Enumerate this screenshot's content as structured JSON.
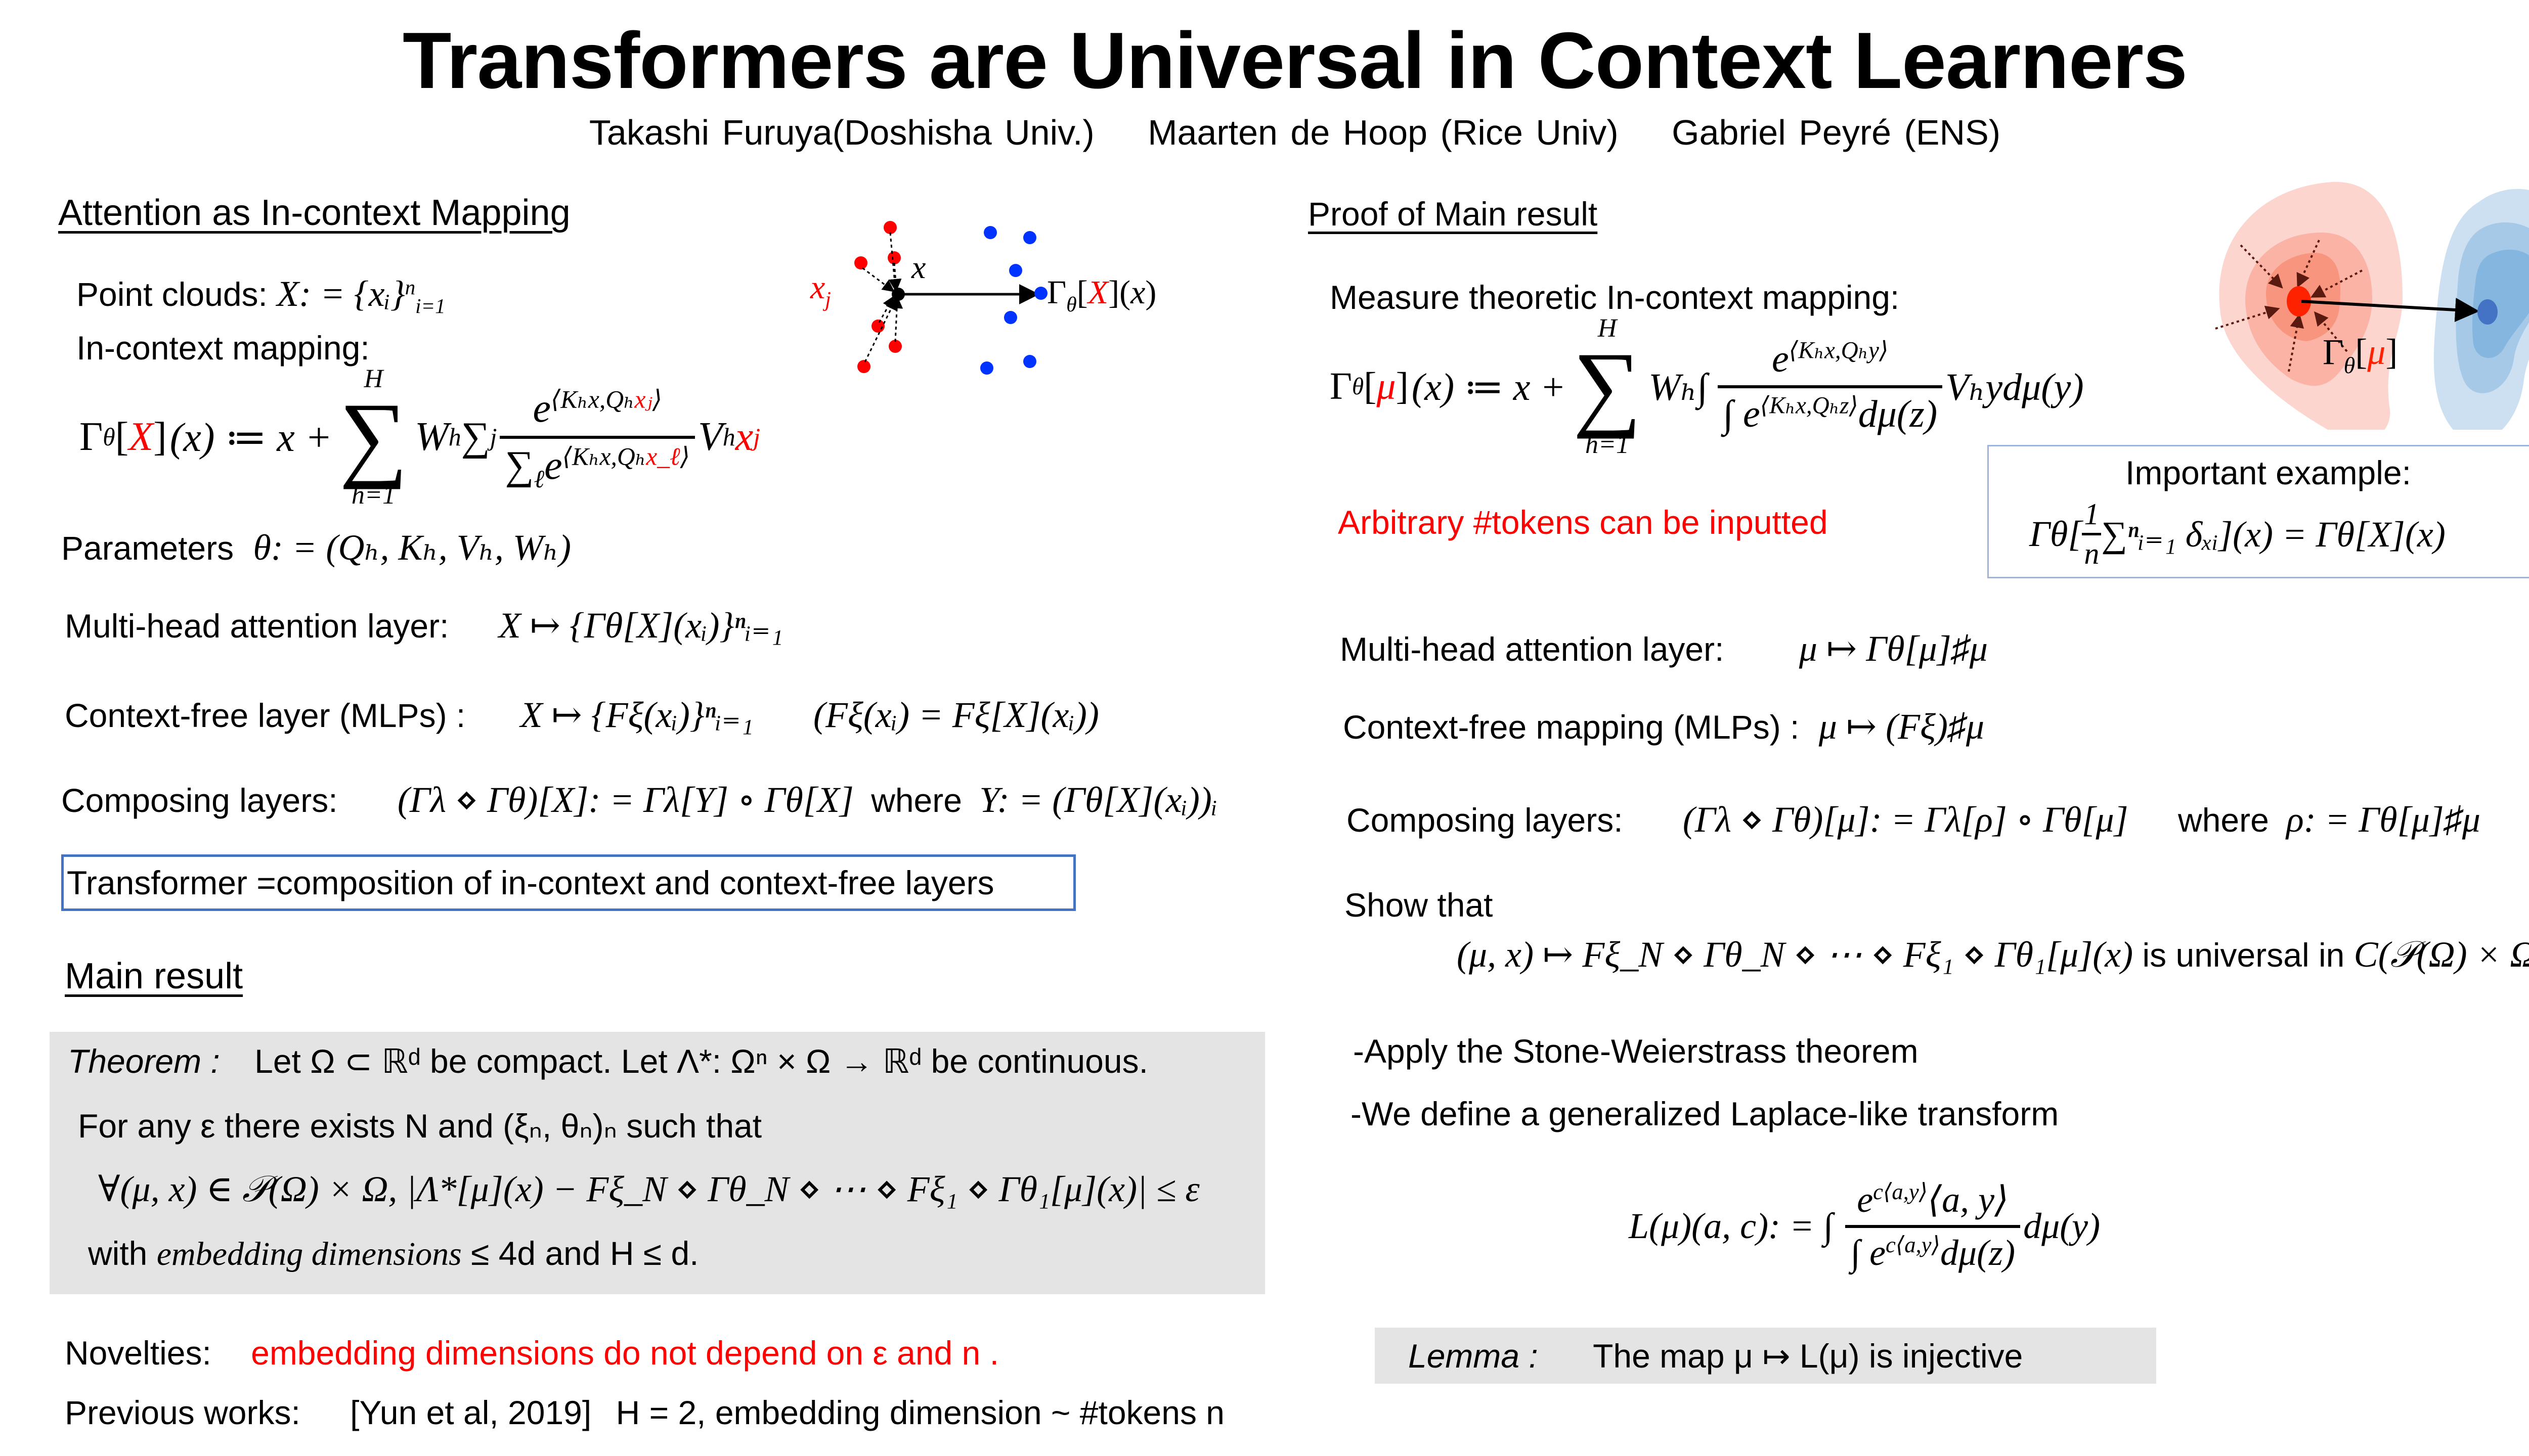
{
  "title": "Transformers are Universal in Context Learners",
  "authors": [
    "Takashi Furuya(Doshisha Univ.)",
    "Maarten de Hoop (Rice Univ)",
    "Gabriel Peyré (ENS)"
  ],
  "left": {
    "section1": {
      "heading": "Attention as In-context Mapping",
      "point_clouds_label": "Point clouds:",
      "point_clouds_math": "X: = {xᵢ}",
      "point_clouds_sup": "n",
      "point_clouds_sub": "i=1",
      "incontext_label": "In-context mapping:",
      "formula": {
        "lhs_gamma": "Γ",
        "lhs_theta": "θ",
        "lhs_X": "X",
        "lhs_rest": "(x) ≔ x +",
        "sum_upper": "H",
        "sum_lower": "h=1",
        "sum_op": "∑",
        "W": "W",
        "h": "h",
        "inner_sum": "∑",
        "inner_sub": "j",
        "num_e": "e",
        "num_exp": "⟨Kₕx,Qₕ",
        "num_exp_red": "xⱼ",
        "num_exp_close": "⟩",
        "den_sum": "∑",
        "den_sub": "ℓ",
        "den_e": "e",
        "den_exp": "⟨Kₕx,Qₕ",
        "den_exp_red": "x_ℓ",
        "den_exp_close": "⟩",
        "V": "V",
        "xj": "x",
        "xj_sub": "j"
      },
      "diagram": {
        "label_xj": "x",
        "label_xj_sub": "j",
        "label_x": "x",
        "label_out": "Γ",
        "label_out_sub": "θ",
        "label_out_X": "X",
        "red_color": "#ff0000",
        "blue_color": "#0033ff"
      },
      "parameters_label": "Parameters",
      "parameters_math": "θ: = (Qₕ, Kₕ, Vₕ, Wₕ)",
      "multihead_label": "Multi-head attention layer:",
      "multihead_math": "X ↦ {Γθ[X](xᵢ)}ⁿᵢ₌₁",
      "contextfree_label": "Context-free layer (MLPs) :",
      "contextfree_math": "X ↦ {Fξ(xᵢ)}ⁿᵢ₌₁",
      "contextfree_math2": "(Fξ(xᵢ) = Fξ[X](xᵢ))",
      "composing_label": "Composing layers:",
      "composing_math": "(Γλ ⋄ Γθ)[X]: = Γλ[Y] ∘ Γθ[X]",
      "composing_where": "where",
      "composing_math2": "Y: = (Γθ[X](xᵢ))ᵢ",
      "transformer_box": "Transformer =composition of in-context and context-free layers"
    },
    "section2": {
      "heading": "Main result",
      "theorem_label": "Theorem :",
      "theorem_line1": "Let Ω ⊂ ℝᵈ be compact. Let Λ*: Ωⁿ × Ω → ℝᵈ be continuous.",
      "theorem_line2": "For any ε there exists N and (ξₙ, θₙ)ₙ such that",
      "theorem_line3": "∀(μ, x) ∈ 𝒫(Ω) × Ω, |Λ*[μ](x) − Fξ_N ⋄ Γθ_N ⋄ ⋯ ⋄ Fξ₁ ⋄ Γθ₁[μ](x)| ≤ ε",
      "theorem_line4_pre": "with",
      "theorem_line4_em": "embedding dimensions",
      "theorem_line4_post": "≤ 4d and H ≤ d.",
      "novelties_label": "Novelties:",
      "novelties_text": "embedding dimensions do not depend on ε and n .",
      "previous_label": "Previous works:",
      "previous_ref": "[Yun et al, 2019]",
      "previous_text": "H = 2, embedding dimension ~ #tokens n"
    }
  },
  "right": {
    "heading": "Proof of Main result",
    "measure_label": "Measure theoretic In-context mapping:",
    "formula": {
      "lhs_gamma": "Γ",
      "lhs_theta": "θ",
      "lhs_mu": "μ",
      "lhs_rest": "(x) ≔ x +",
      "sum_upper": "H",
      "sum_lower": "h=1",
      "sum_op": "∑",
      "W": "Wₕ∫",
      "num": "e",
      "num_exp": "⟨Kₕx,Qₕy⟩",
      "den": "∫ e",
      "den_exp": "⟨Kₕx,Qₕz⟩",
      "den_tail": "dμ(z)",
      "tail": "Vₕydμ(y)"
    },
    "arbitrary_text": "Arbitrary #tokens can be inputted",
    "important": {
      "title": "Important example:",
      "math_pre": "Γθ[",
      "frac_num": "1",
      "frac_den": "n",
      "math_post": "∑ⁿᵢ₌₁ δₓᵢ](x)  = Γθ[X](x)"
    },
    "diagram": {
      "label_gamma": "Γ",
      "label_theta": "θ",
      "label_mu": "μ"
    },
    "multihead_label": "Multi-head attention layer:",
    "multihead_math": "μ ↦ Γθ[μ]♯μ",
    "contextfree_label": "Context-free mapping (MLPs) :",
    "contextfree_math": "μ ↦ (Fξ)♯μ",
    "composing_label": "Composing layers:",
    "composing_math": "(Γλ ⋄ Γθ)[μ]: = Γλ[ρ] ∘ Γθ[μ]",
    "composing_where": "where",
    "composing_math2": "ρ: = Γθ[μ]♯μ",
    "show_label": "Show that",
    "show_math": "(μ, x) ↦ Fξ_N ⋄ Γθ_N ⋄ ⋯ ⋄ Fξ₁ ⋄ Γθ₁[μ](x)",
    "show_text": "is universal in",
    "show_math2": "C(𝒫(Ω) × Ω)",
    "apply_text": "-Apply the Stone-Weierstrass theorem",
    "define_text": "-We define a generalized Laplace-like transform",
    "laplace": {
      "lhs": "L(μ)(a, c): = ∫",
      "num": "e",
      "num_exp": "c⟨a,y⟩",
      "num_tail": "⟨a, y⟩",
      "den": "∫ e",
      "den_exp": "c⟨a,y⟩",
      "den_tail": "dμ(z)",
      "tail": "dμ(y)"
    },
    "lemma_label": "Lemma :",
    "lemma_text": "The map μ ↦ L(μ) is injective"
  },
  "colors": {
    "accent_red": "#ff0000",
    "box_blue": "#4472c4",
    "theorem_grey": "#e4e4e4",
    "blob_red": [
      "#fdd5cf",
      "#fbb3a6",
      "#f8957f"
    ],
    "blob_blue": [
      "#cce0f1",
      "#a5c9e6",
      "#84b6df"
    ],
    "dot_blue": "#4472c4"
  }
}
